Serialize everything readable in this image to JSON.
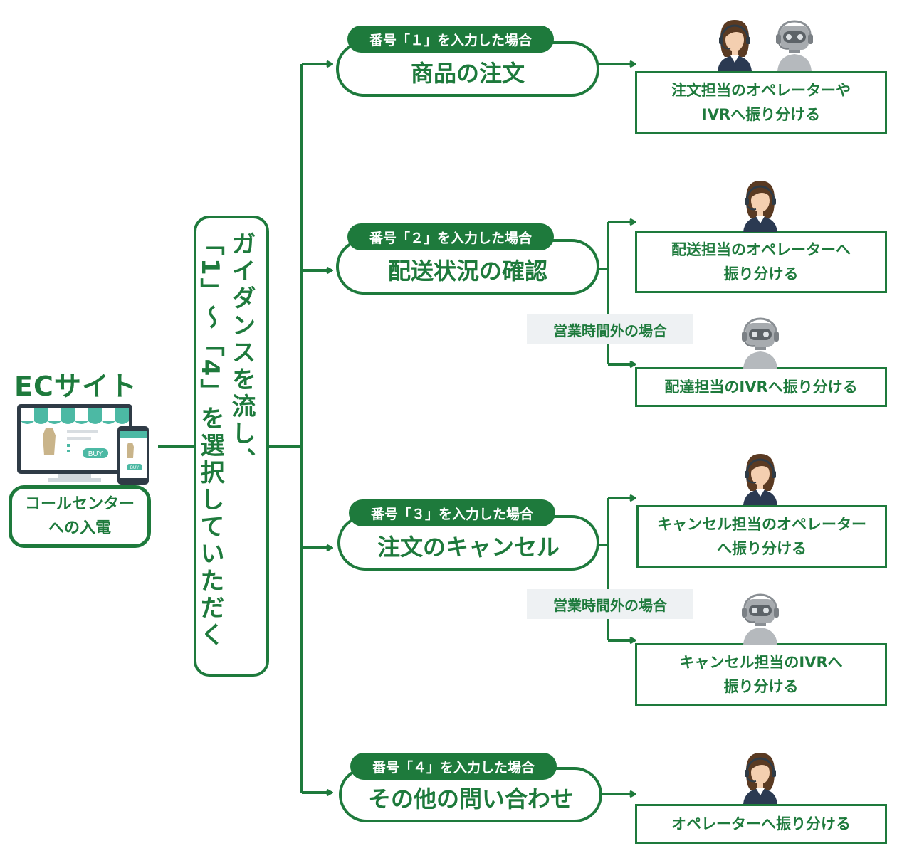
{
  "site": {
    "title": "ECサイト",
    "buy_label": "BUY",
    "buy_label_small": "BUY"
  },
  "call": {
    "line1": "コールセンター",
    "line2": "への入電"
  },
  "guidance": {
    "col1": "ガイダンスを流し、",
    "col2": "「1」〜「4」を選択していただく"
  },
  "options": [
    {
      "pill": "番号「１」を入力した場合",
      "title": "商品の注文"
    },
    {
      "pill": "番号「２」を入力した場合",
      "title": "配送状況の確認"
    },
    {
      "pill": "番号「３」を入力した場合",
      "title": "注文のキャンセル"
    },
    {
      "pill": "番号「４」を入力した場合",
      "title": "その他の問い合わせ"
    }
  ],
  "results": {
    "r1": {
      "line1": "注文担当のオペレーターや",
      "line2": "IVRへ振り分ける"
    },
    "r2a": {
      "line1": "配送担当のオペレーターへ",
      "line2": "振り分ける"
    },
    "r2b": {
      "line1": "配達担当のIVRへ振り分ける"
    },
    "r3a": {
      "line1": "キャンセル担当のオペレーター",
      "line2": "へ振り分ける"
    },
    "r3b": {
      "line1": "キャンセル担当のIVRへ",
      "line2": "振り分ける"
    },
    "r4": {
      "line1": "オペレーターへ振り分ける"
    }
  },
  "off_hours": {
    "label2": "営業時間外の場合",
    "label3": "営業時間外の場合"
  },
  "icons": [
    "operator-icon",
    "robot-ivr-icon",
    "shop-monitor-icon",
    "smartphone-icon"
  ],
  "colors": {
    "primary": "#1e7a3c",
    "label_bg": "#eef1f3",
    "awning": "#4cb9a4"
  }
}
